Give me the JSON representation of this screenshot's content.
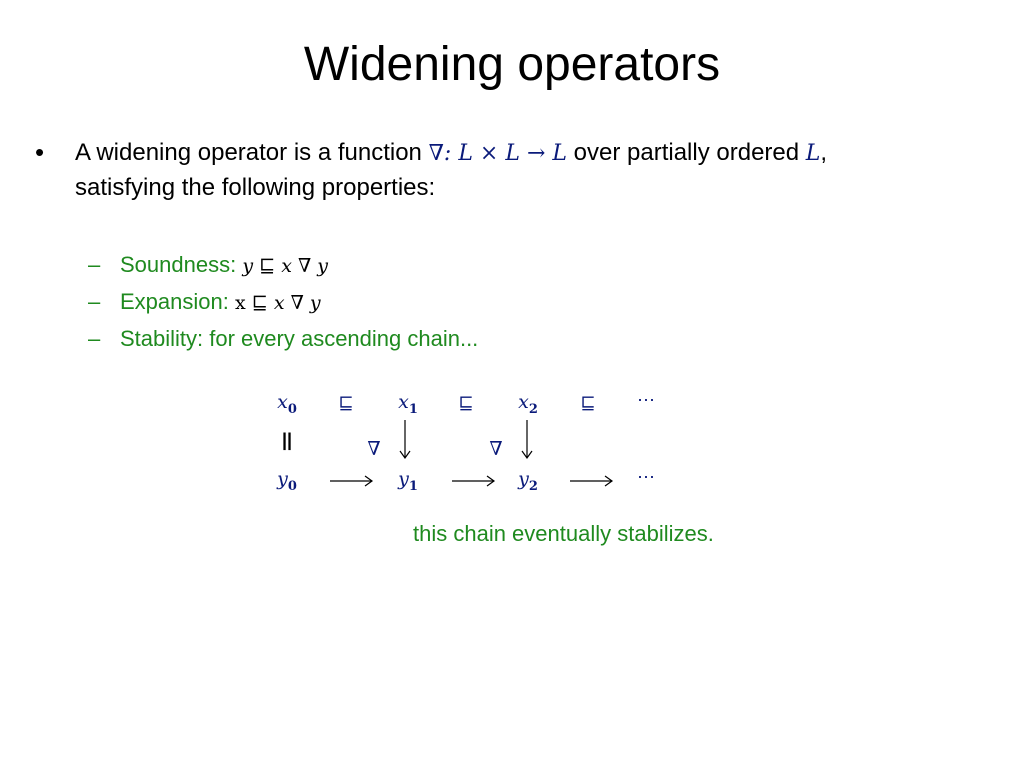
{
  "title": "Widening operators",
  "bullet": {
    "marker": "•",
    "text_before": "A widening operator is a function ",
    "math_signature": "∇: L × L → L",
    "text_middle": " over partially ordered ",
    "math_set": "L",
    "text_after": ",",
    "line2": "satisfying the following properties:"
  },
  "properties": [
    {
      "dash": "–",
      "label": "Soundness:  ",
      "math_lhs": "y",
      "math_rel": " ⊑ ",
      "math_rhs": "x ∇ y"
    },
    {
      "dash": "–",
      "label": "Expansion: ",
      "math_lhs": "x",
      "math_rel": " ⊑ ",
      "math_rhs": "x ∇ y"
    },
    {
      "dash": "–",
      "label": "Stability: for every ascending chain...",
      "math_lhs": "",
      "math_rel": "",
      "math_rhs": ""
    }
  ],
  "diagram": {
    "top_row": {
      "x0": "x",
      "x0_sub": "0",
      "x1": "x",
      "x1_sub": "1",
      "x2": "x",
      "x2_sub": "2",
      "sqsubseteq": "⊑",
      "ellipsis": "⋯"
    },
    "bottom_row": {
      "y0": "y",
      "y0_sub": "0",
      "y1": "y",
      "y1_sub": "1",
      "y2": "y",
      "y2_sub": "2",
      "ellipsis": "⋯"
    },
    "equals": "||",
    "nabla": "∇"
  },
  "caption": "this chain eventually stabilizes.",
  "colors": {
    "text": "#000000",
    "math": "#0a1a7a",
    "green": "#1f8a1f",
    "background": "#ffffff"
  }
}
